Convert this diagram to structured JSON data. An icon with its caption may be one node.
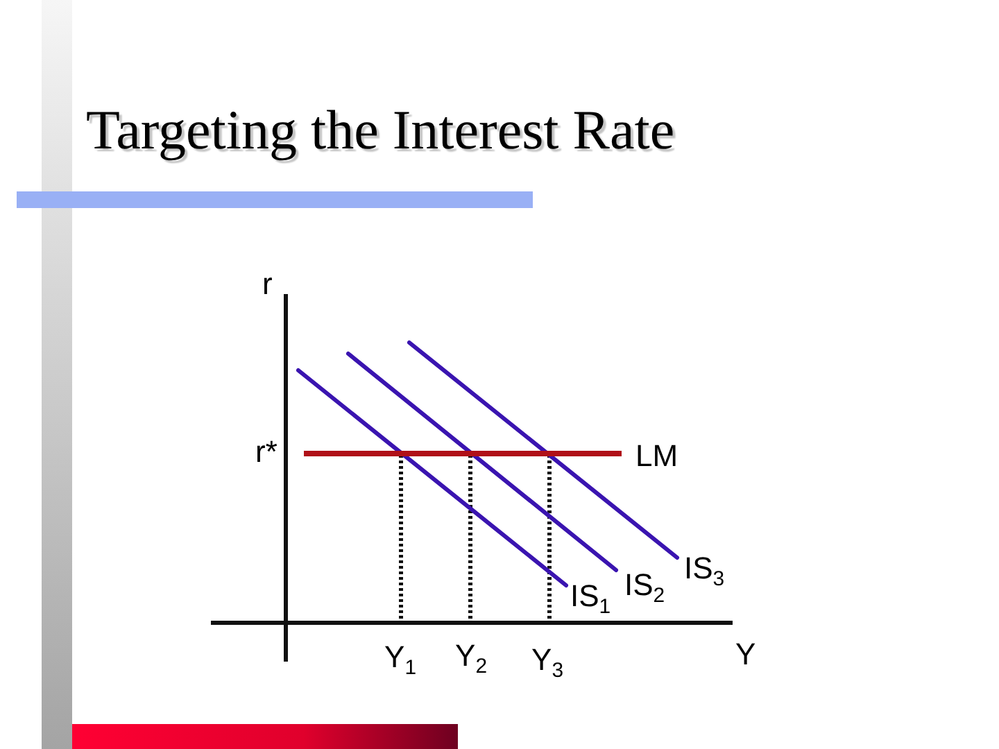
{
  "diagram": {
    "title": "Targeting the Interest Rate",
    "labels": [
      "r",
      "r*",
      "LM",
      "IS$_{1}$",
      "IS$_{2}$",
      "IS$_{3}$",
      "Y$_{1}$",
      "Y$_{2}$",
      "Y$_{3}$",
      "Y"
    ]
  }
}
